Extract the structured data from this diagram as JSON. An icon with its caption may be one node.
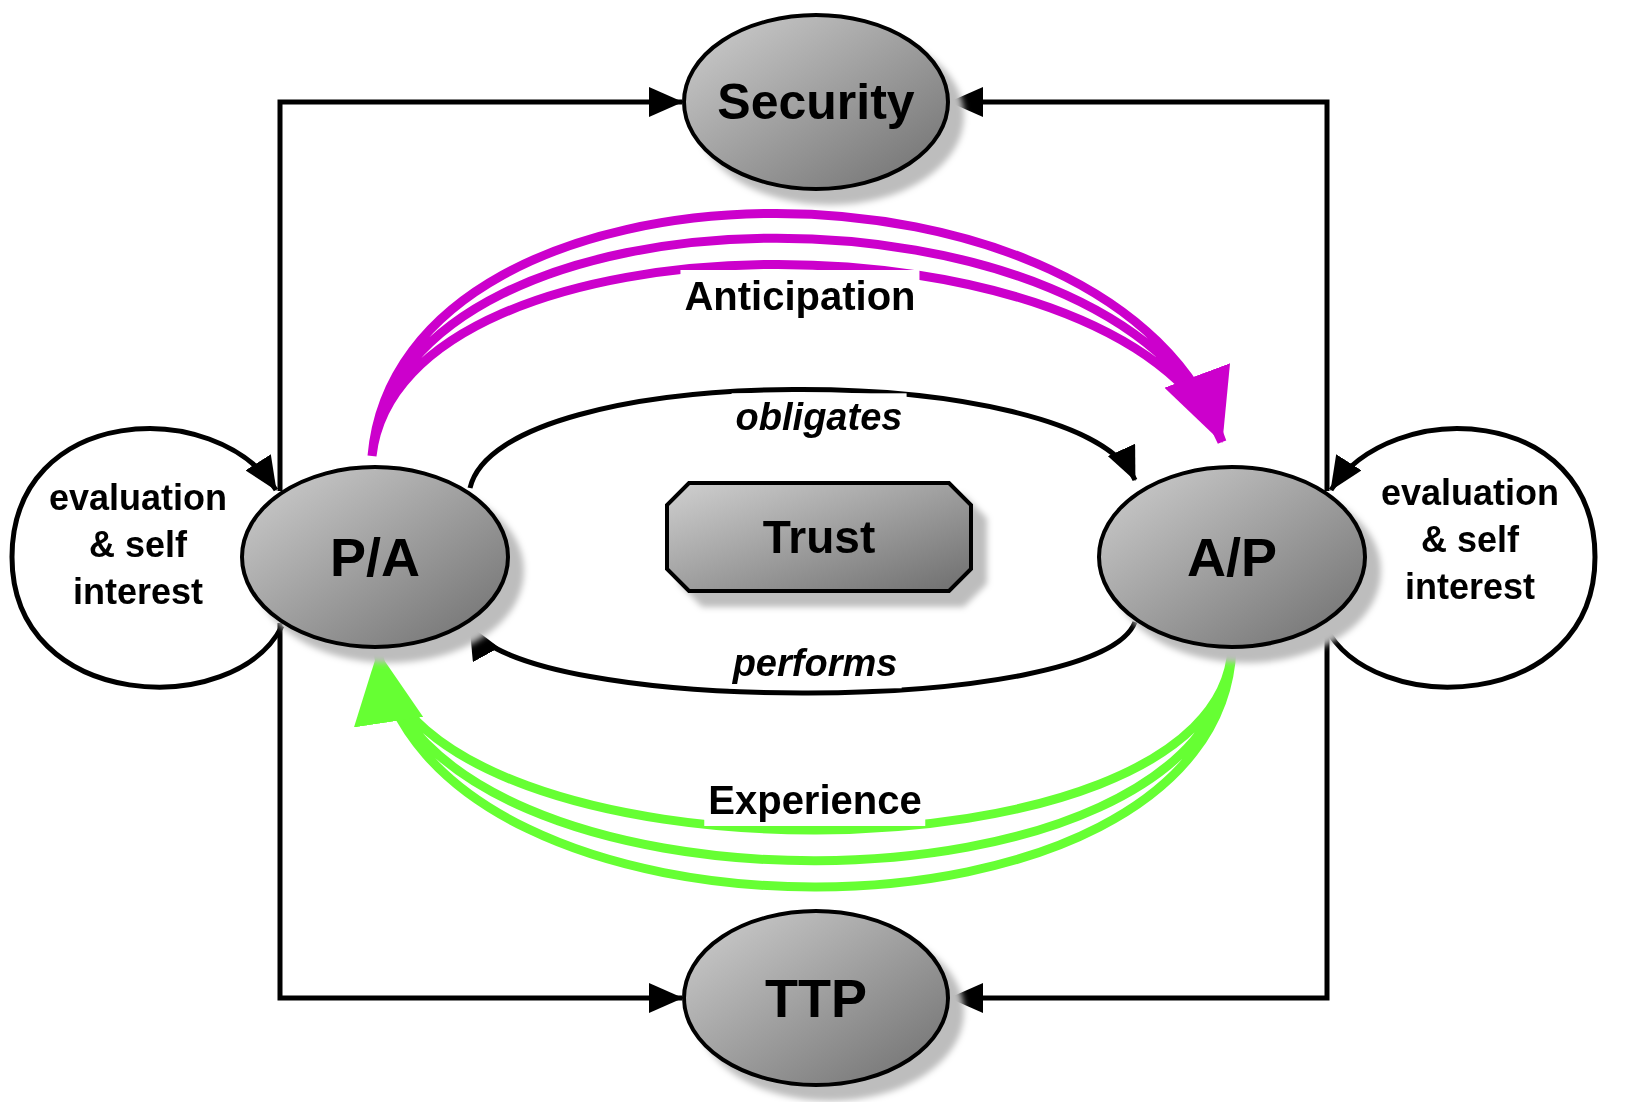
{
  "diagram": {
    "nodes": [
      {
        "text": [
          "Security"
        ]
      },
      {
        "text": [
          "P/A"
        ]
      },
      {
        "text": [
          "Trust"
        ]
      },
      {
        "text": [
          "A/P"
        ]
      },
      {
        "text": [
          "TTP"
        ]
      }
    ],
    "edges": [
      {
        "from": 1,
        "to": 0,
        "arrow": "to"
      },
      {
        "from": 3,
        "to": 0,
        "arrow": "to"
      },
      {
        "from": 1,
        "to": 1,
        "arrow": "to",
        "label": "evaluation & self interest"
      },
      {
        "from": 1,
        "to": 3,
        "arrow": "to",
        "label": "Anticipation",
        "style": "thick",
        "color": "#cc00cc"
      },
      {
        "from": 1,
        "to": 3,
        "arrow": "to",
        "label": "obligates"
      },
      {
        "from": 3,
        "to": 1,
        "arrow": "to",
        "label": "performs"
      },
      {
        "from": 3,
        "to": 3,
        "arrow": "to",
        "label": "evaluation & self interest"
      },
      {
        "from": 3,
        "to": 1,
        "arrow": "to",
        "label": "Experience",
        "style": "thick",
        "color": "#66ff33"
      },
      {
        "from": 1,
        "to": 4,
        "arrow": "to"
      },
      {
        "from": 3,
        "to": 4,
        "arrow": "to"
      }
    ]
  }
}
